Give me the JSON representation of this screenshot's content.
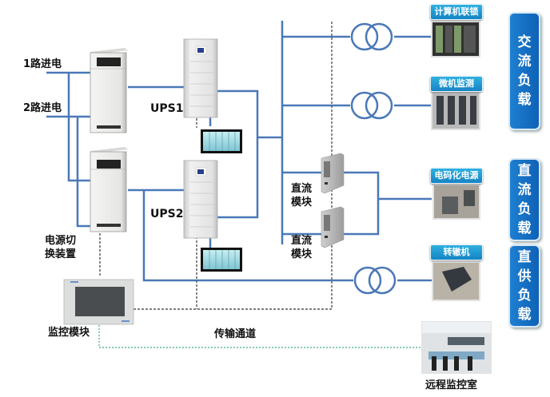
{
  "inputs": {
    "feed1_label": "1路进电",
    "feed2_label": "2路进电"
  },
  "switching_device": {
    "label": "电源切换装置"
  },
  "ups": {
    "ups1_label": "UPS1",
    "ups2_label": "UPS2"
  },
  "dc_modules": {
    "module1_label": "直流模块",
    "module2_label": "直流模块"
  },
  "monitoring": {
    "module_label": "监控模块",
    "channel_label": "传输通道",
    "remote_room_label": "远程监控室"
  },
  "loads": {
    "computer_interlock": "计算机联锁",
    "microcomputer_monitoring": "微机监测",
    "electronic_coding_power": "电码化电源",
    "switch_machine": "转辙机"
  },
  "categories": {
    "ac_load": "交流负载",
    "dc_load": "直流负载",
    "direct_supply_load": "直供负载"
  },
  "colors": {
    "power_line": "#4a78b8",
    "category_box": "#1570c4",
    "tag_blue": "#1e9ad6",
    "dotted_signal": "#555555",
    "transmission_line": "#3aa78a"
  }
}
